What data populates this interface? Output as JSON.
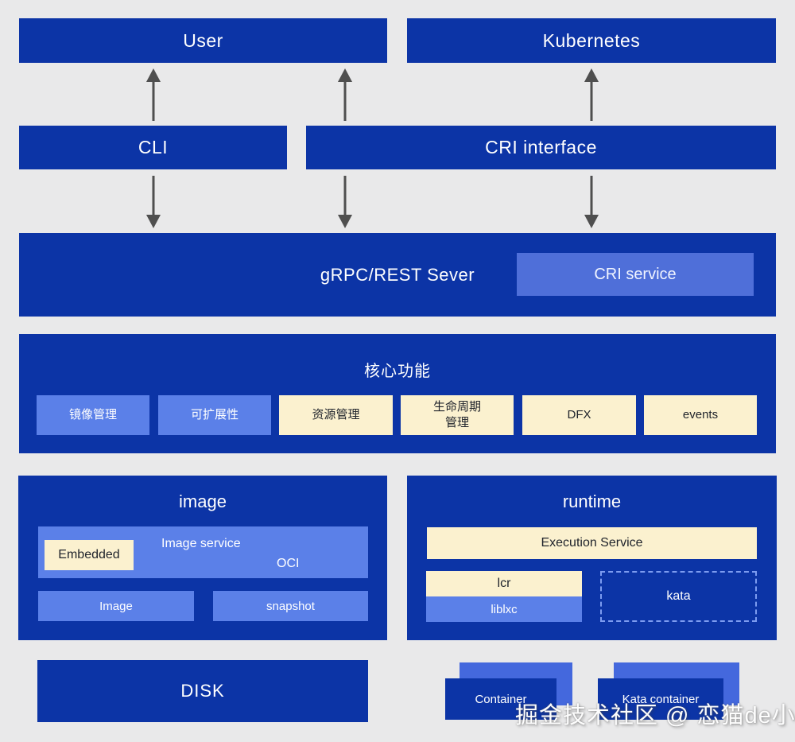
{
  "colors": {
    "background": "#e9e9ea",
    "dark_blue": "#0c34a6",
    "light_blue": "#5b80e8",
    "cri_service_blue": "#4f6fd9",
    "stack_back_blue": "#4468dd",
    "cream": "#fbf1cf",
    "cream_text": "#20242c",
    "white_text": "#ffffff",
    "arrow_gray": "#4f4f4f",
    "kata_dash_border": "#7d9cf0"
  },
  "top_row": {
    "user_label": "User",
    "kubernetes_label": "Kubernetes"
  },
  "interface_row": {
    "cli_label": "CLI",
    "cri_label": "CRI interface"
  },
  "server_row": {
    "title": "gRPC/REST Sever",
    "cri_service_label": "CRI service"
  },
  "core": {
    "title": "核心功能",
    "items": [
      {
        "label": "镜像管理",
        "variant": "blue"
      },
      {
        "label": "可扩展性",
        "variant": "blue"
      },
      {
        "label": "资源管理",
        "variant": "cream"
      },
      {
        "label": "生命周期\n管理",
        "variant": "cream"
      },
      {
        "label": "DFX",
        "variant": "cream"
      },
      {
        "label": "events",
        "variant": "cream"
      }
    ]
  },
  "image_module": {
    "title": "image",
    "service_label": "Image service",
    "oci_label": "OCI",
    "embedded_label": "Embedded",
    "image_label": "Image",
    "snapshot_label": "snapshot"
  },
  "runtime_module": {
    "title": "runtime",
    "execution_label": "Execution Service",
    "lcr_label": "lcr",
    "liblxc_label": "liblxc",
    "kata_label": "kata"
  },
  "bottom_row": {
    "disk_label": "DISK",
    "container_label": "Container",
    "kata_container_label": "Kata container"
  },
  "watermark": "掘金技术社区 @ 恋猫de小郭"
}
